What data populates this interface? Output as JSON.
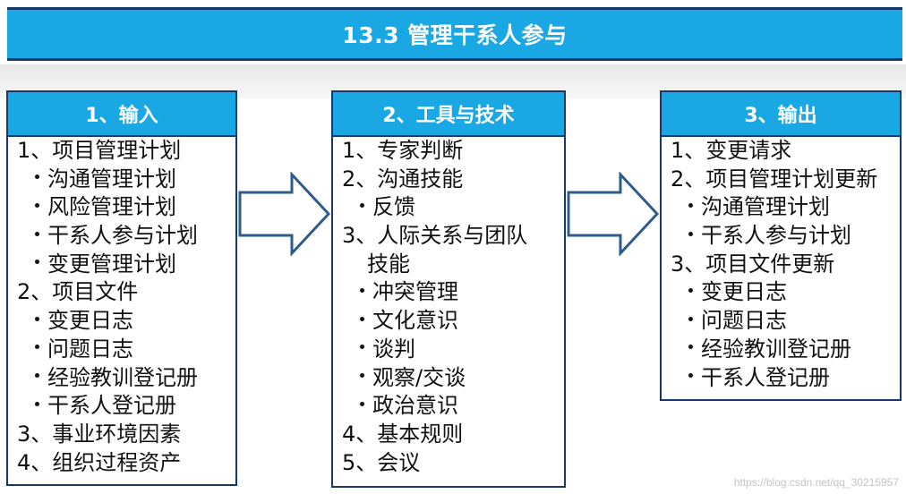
{
  "title": "13.3 管理干系人参与",
  "panels": [
    {
      "header": "1、输入",
      "items": [
        {
          "text": "1、项目管理计划",
          "level": 1
        },
        {
          "text": "沟通管理计划",
          "level": 2
        },
        {
          "text": "风险管理计划",
          "level": 2
        },
        {
          "text": "干系人参与计划",
          "level": 2
        },
        {
          "text": "变更管理计划",
          "level": 2
        },
        {
          "text": "2、项目文件",
          "level": 1
        },
        {
          "text": "变更日志",
          "level": 2
        },
        {
          "text": "问题日志",
          "level": 2
        },
        {
          "text": "经验教训登记册",
          "level": 2
        },
        {
          "text": "干系人登记册",
          "level": 2
        },
        {
          "text": "3、事业环境因素",
          "level": 1
        },
        {
          "text": "4、组织过程资产",
          "level": 1
        }
      ]
    },
    {
      "header": "2、工具与技术",
      "items": [
        {
          "text": "1、专家判断",
          "level": 1
        },
        {
          "text": "2、沟通技能",
          "level": 1
        },
        {
          "text": "反馈",
          "level": 2
        },
        {
          "text": "3、人际关系与团队",
          "level": 1
        },
        {
          "text": "技能",
          "level": "cont"
        },
        {
          "text": "冲突管理",
          "level": 2
        },
        {
          "text": "文化意识",
          "level": 2
        },
        {
          "text": "谈判",
          "level": 2
        },
        {
          "text": "观察/交谈",
          "level": 2
        },
        {
          "text": "政治意识",
          "level": 2
        },
        {
          "text": "4、基本规则",
          "level": 1
        },
        {
          "text": "5、会议",
          "level": 1
        }
      ]
    },
    {
      "header": "3、输出",
      "items": [
        {
          "text": "1、变更请求",
          "level": 1
        },
        {
          "text": "2、项目管理计划更新",
          "level": 1
        },
        {
          "text": "沟通管理计划",
          "level": 2
        },
        {
          "text": "干系人参与计划",
          "level": 2
        },
        {
          "text": "3、项目文件更新",
          "level": 1
        },
        {
          "text": "变更日志",
          "level": 2
        },
        {
          "text": "问题日志",
          "level": 2
        },
        {
          "text": "经验教训登记册",
          "level": 2
        },
        {
          "text": "干系人登记册",
          "level": 2
        }
      ]
    }
  ],
  "watermark": "https://blog.csdn.net/qq_30215957",
  "colors": {
    "header_blue": "#19a8e4",
    "border_navy": "#17386b",
    "arrow_stroke": "#2f5b8c",
    "text": "#111111"
  }
}
